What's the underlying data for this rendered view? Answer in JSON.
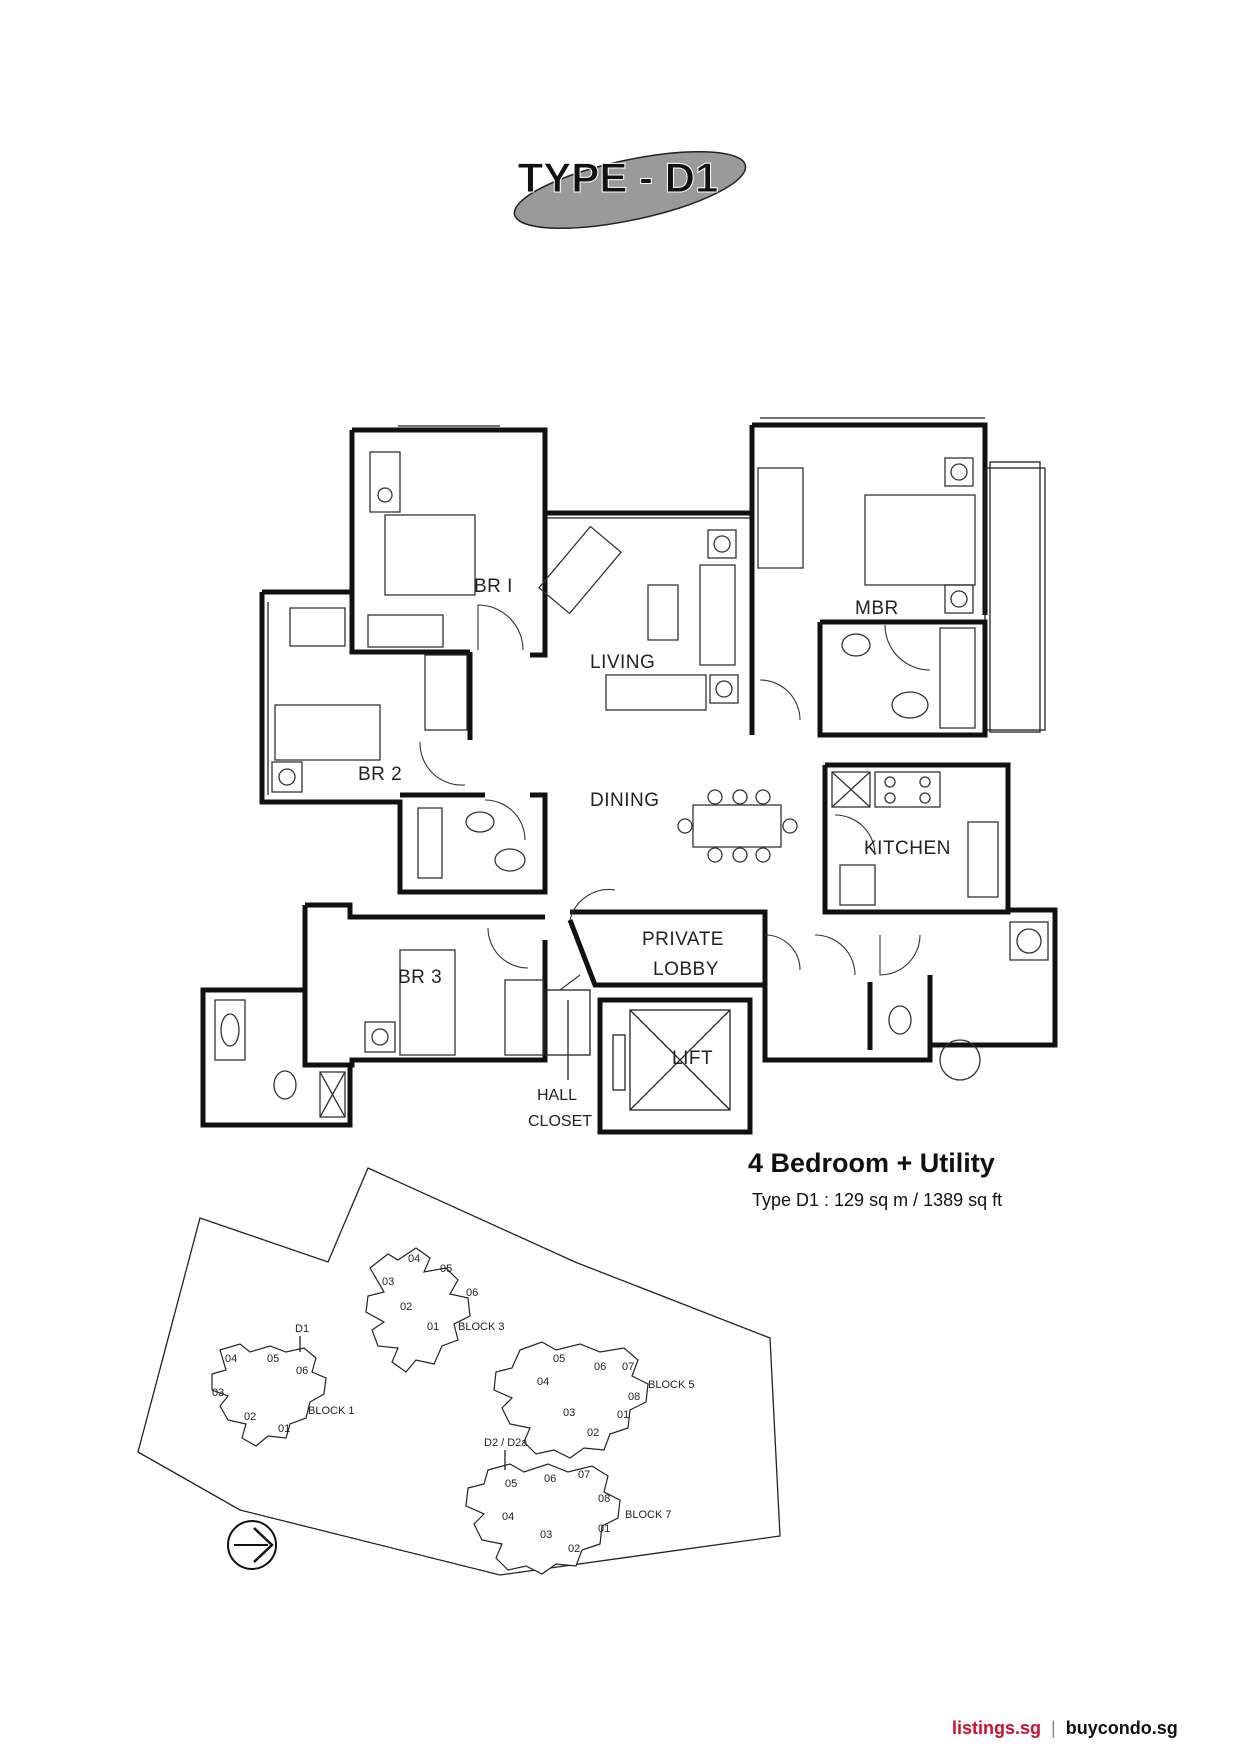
{
  "title": "TYPE - D1",
  "rooms": {
    "br1": "BR I",
    "br2": "BR 2",
    "br3": "BR 3",
    "mbr": "MBR",
    "living": "LIVING",
    "dining": "DINING",
    "kitchen": "KITCHEN",
    "private_lobby_1": "PRIVATE",
    "private_lobby_2": "LOBBY",
    "lift": "LIFT",
    "hall_closet_1": "HALL",
    "hall_closet_2": "CLOSET"
  },
  "unit": {
    "headline": "4 Bedroom + Utility",
    "subline": "Type D1 : 129 sq m / 1389 sq ft"
  },
  "site_plan": {
    "blocks": {
      "block1": "BLOCK 1",
      "block3": "BLOCK 3",
      "block5": "BLOCK 5",
      "block7": "BLOCK 7"
    },
    "markers": {
      "d1": "D1",
      "d2": "D2 / D2a"
    },
    "units": {
      "b1": [
        "04",
        "05",
        "06",
        "03",
        "02",
        "01"
      ],
      "b3": [
        "04",
        "05",
        "03",
        "06",
        "02",
        "01"
      ],
      "b5": [
        "05",
        "06",
        "07",
        "04",
        "08",
        "03",
        "01",
        "02"
      ],
      "b7": [
        "05",
        "06",
        "07",
        "08",
        "04",
        "03",
        "01",
        "02"
      ]
    }
  },
  "footer": {
    "brand": "listings.sg",
    "separator": "|",
    "site": "buycondo.sg"
  },
  "colors": {
    "brand": "#c8102e",
    "ink": "#111111"
  }
}
